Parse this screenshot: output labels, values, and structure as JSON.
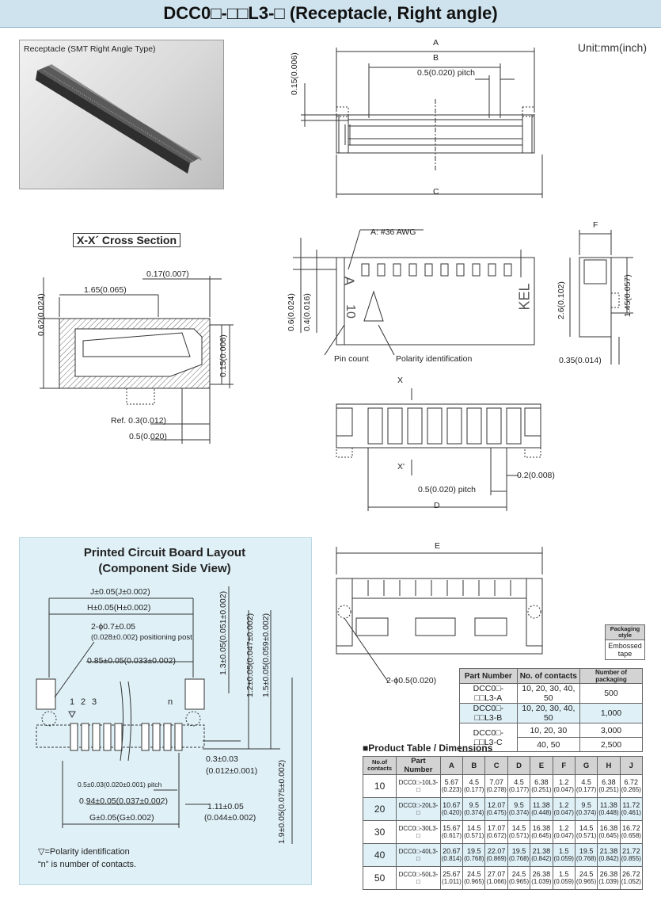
{
  "header": {
    "title": "DCC0□-□□L3-□ (Receptacle, Right angle)"
  },
  "photo": {
    "caption": "Receptacle (SMT Right Angle Type)"
  },
  "unit": "Unit:mm(inch)",
  "top_view": {
    "A": "A",
    "B": "B",
    "C": "C",
    "pitch": "0.5(0.020) pitch",
    "height": "0.15(0.006)"
  },
  "cross_section": {
    "title": "X-X´ Cross Section",
    "dim_017": "0.17(0.007)",
    "dim_165": "1.65(0.065)",
    "dim_062": "0.62(0.024)",
    "dim_015": "0.15(0.006)",
    "ref": "Ref. 0.3(0.012)",
    "dim_05": "0.5(0.020)"
  },
  "front_view": {
    "awg": "A: #36 AWG",
    "F": "F",
    "dim_06": "0.6(0.024)",
    "dim_04": "0.4(0.016)",
    "dim_26": "2.6(0.102)",
    "dim_145": "1.45(0.057)",
    "dim_035": "0.35(0.014)",
    "pin_count": "Pin count",
    "polarity": "Polarity identification",
    "marking_a": "A",
    "marking_10": "10",
    "marking_kel": "KEL"
  },
  "bottom_view": {
    "X": "X",
    "X2": "X'",
    "dim_02": "0.2(0.008)",
    "pitch": "0.5(0.020) pitch",
    "D": "D"
  },
  "side_view": {
    "E": "E",
    "hole": "2-ϕ0.5(0.020)"
  },
  "pcb": {
    "title1": "Printed Circuit Board Layout",
    "title2": "(Component Side View)",
    "J": "J±0.05(J±0.002)",
    "H": "H±0.05(H±0.002)",
    "post1": "2-ϕ0.7±0.05",
    "post2": "(0.028±0.002) positioning post",
    "d085": "0.85±0.05(0.033±0.002)",
    "d13": "1.3±0.05(0.051±0.002)",
    "d12": "1.2±0.05(0.047±0.002)",
    "d15": "1.5±0.05(0.059±0.002)",
    "d19": "1.9±0.05(0.075±0.002)",
    "pins": [
      "1",
      "2",
      "3",
      "n"
    ],
    "d03a": "0.3±0.03",
    "d03b": "(0.012±0.001)",
    "pitch": "0.5±0.03(0.020±0.001) pitch",
    "d094": "0.94±0.05(0.037±0.002)",
    "d111a": "1.11±0.05",
    "d111b": "(0.044±0.002)",
    "G": "G±0.05(G±0.002)",
    "note1": "▽=Polarity identification",
    "note2": "“n” is number of contacts."
  },
  "packaging_style": {
    "header": "Packaging style",
    "value": "Embossed tape"
  },
  "packaging_table": {
    "headers": [
      "Part Number",
      "No. of contacts",
      "Number of packaging"
    ],
    "rows": [
      {
        "part": "DCC0□-□□L3-A",
        "contacts": "10, 20, 30, 40, 50",
        "qty": "500"
      },
      {
        "part": "DCC0□-□□L3-B",
        "contacts": "10, 20, 30, 40, 50",
        "qty": "1,000"
      },
      {
        "part": "DCC0□-□□L3-C",
        "contacts": "10, 20, 30",
        "qty": "3,000"
      },
      {
        "part": "",
        "contacts": "40, 50",
        "qty": "2,500"
      }
    ]
  },
  "product_table": {
    "title": "■Product Table / Dimensions",
    "headers": [
      "No.of contacts",
      "Part Number",
      "A",
      "B",
      "C",
      "D",
      "E",
      "F",
      "G",
      "H",
      "J"
    ],
    "rows": [
      {
        "n": "10",
        "part": "DCC0□-10L3-□",
        "vals": [
          [
            "5.67",
            "(0.223)"
          ],
          [
            "4.5",
            "(0.177)"
          ],
          [
            "7.07",
            "(0.278)"
          ],
          [
            "4.5",
            "(0.177)"
          ],
          [
            "6.38",
            "(0.251)"
          ],
          [
            "1.2",
            "(0.047)"
          ],
          [
            "4.5",
            "(0.177)"
          ],
          [
            "6.38",
            "(0.251)"
          ],
          [
            "6.72",
            "(0.265)"
          ]
        ]
      },
      {
        "n": "20",
        "part": "DCC0□-20L3-□",
        "vals": [
          [
            "10.67",
            "(0.420)"
          ],
          [
            "9.5",
            "(0.374)"
          ],
          [
            "12.07",
            "(0.475)"
          ],
          [
            "9.5",
            "(0.374)"
          ],
          [
            "11.38",
            "(0.448)"
          ],
          [
            "1.2",
            "(0.047)"
          ],
          [
            "9.5",
            "(0.374)"
          ],
          [
            "11.38",
            "(0.448)"
          ],
          [
            "11.72",
            "(0.461)"
          ]
        ]
      },
      {
        "n": "30",
        "part": "DCC0□-30L3-□",
        "vals": [
          [
            "15.67",
            "(0.617)"
          ],
          [
            "14.5",
            "(0.571)"
          ],
          [
            "17.07",
            "(0.672)"
          ],
          [
            "14.5",
            "(0.571)"
          ],
          [
            "16.38",
            "(0.645)"
          ],
          [
            "1.2",
            "(0.047)"
          ],
          [
            "14.5",
            "(0.571)"
          ],
          [
            "16.38",
            "(0.645)"
          ],
          [
            "16.72",
            "(0.658)"
          ]
        ]
      },
      {
        "n": "40",
        "part": "DCC0□-40L3-□",
        "vals": [
          [
            "20.67",
            "(0.814)"
          ],
          [
            "19.5",
            "(0.768)"
          ],
          [
            "22.07",
            "(0.869)"
          ],
          [
            "19.5",
            "(0.768)"
          ],
          [
            "21.38",
            "(0.842)"
          ],
          [
            "1.5",
            "(0.059)"
          ],
          [
            "19.5",
            "(0.768)"
          ],
          [
            "21.38",
            "(0.842)"
          ],
          [
            "21.72",
            "(0.855)"
          ]
        ]
      },
      {
        "n": "50",
        "part": "DCC0□-50L3-□",
        "vals": [
          [
            "25.67",
            "(1.011)"
          ],
          [
            "24.5",
            "(0.965)"
          ],
          [
            "27.07",
            "(1.066)"
          ],
          [
            "24.5",
            "(0.965)"
          ],
          [
            "26.38",
            "(1.039)"
          ],
          [
            "1.5",
            "(0.059)"
          ],
          [
            "24.5",
            "(0.965)"
          ],
          [
            "26.38",
            "(1.039)"
          ],
          [
            "26.72",
            "(1.052)"
          ]
        ]
      }
    ]
  }
}
